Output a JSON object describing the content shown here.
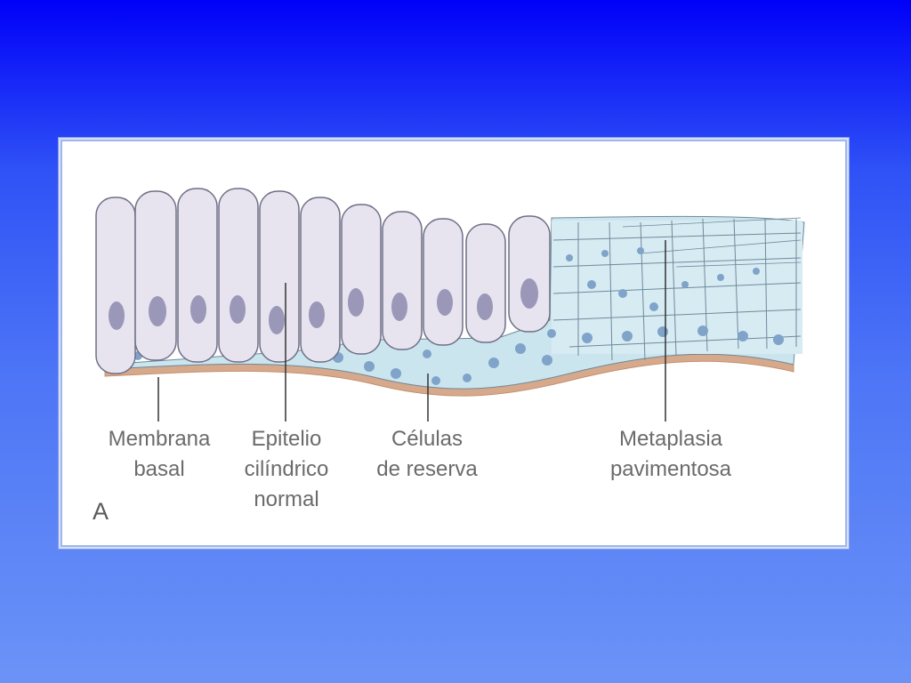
{
  "figure": {
    "panel_letter": "A",
    "labels": {
      "membrana_basal": "Membrana\nbasal",
      "epitelio": "Epitelio\ncilíndrico\nnormal",
      "celulas_reserva": "Células\nde reserva",
      "metaplasia": "Metaplasia\npavimentosa"
    }
  },
  "colors": {
    "columnar_cell": "#e7e4ef",
    "nucleus": "#9a97b9",
    "reserve_cell": "#cbe5ef",
    "basement_membrane": "#d7a98c",
    "cell_outline": "#6f6f86",
    "squamous_cell": "#d7ebf3"
  }
}
